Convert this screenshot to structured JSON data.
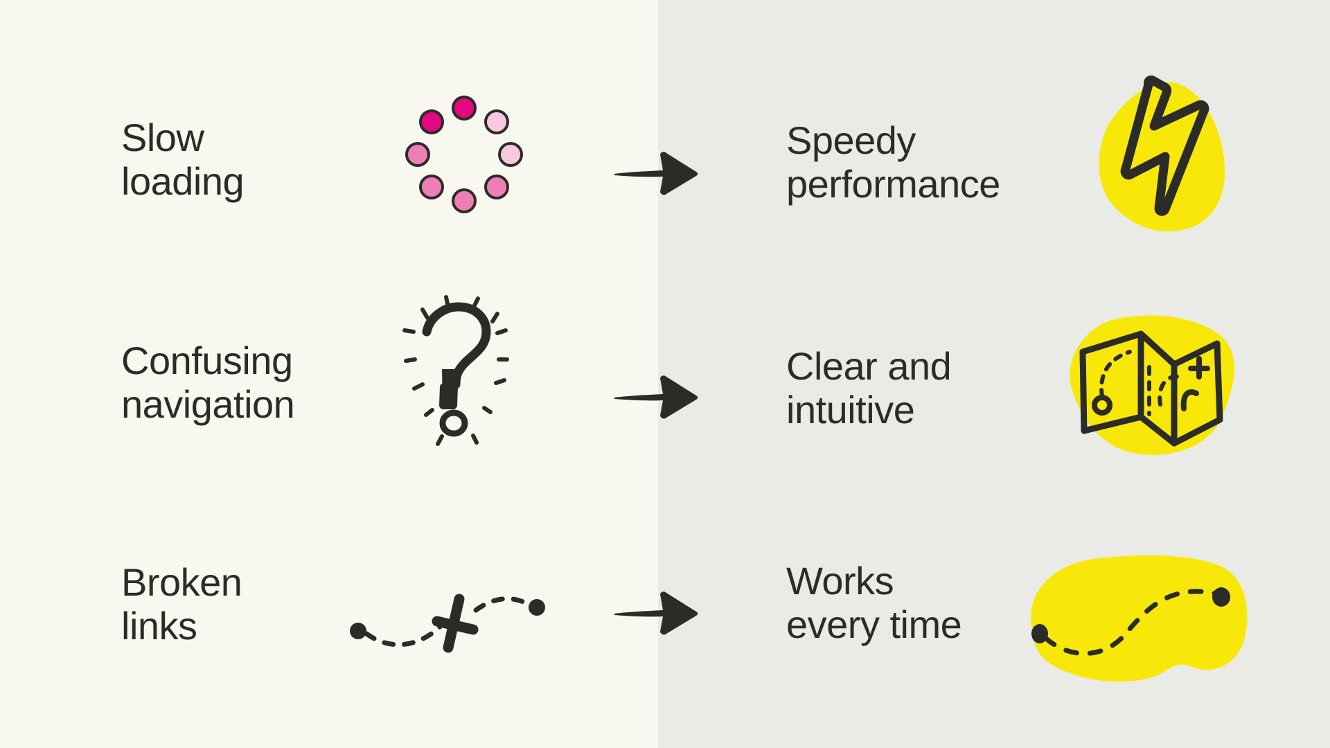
{
  "colors": {
    "panel_left_bg": "#f8f7f0",
    "panel_right_bg": "#eaebe6",
    "ink": "#2b2b28",
    "accent_yellow": "#f7e80a",
    "pink_dark": "#e4077e",
    "pink_mid": "#ee7fb5",
    "pink_light": "#f7c9e0"
  },
  "panels": {
    "left": {
      "name": "problems-panel"
    },
    "right": {
      "name": "solutions-panel"
    }
  },
  "rows": [
    {
      "problem_label": "Slow\nloading",
      "problem_icon": "loading-spinner-icon",
      "arrow_icon": "arrow-right-icon",
      "solution_label": "Speedy\nperformance",
      "solution_icon": "lightning-bolt-icon"
    },
    {
      "problem_label": "Confusing\nnavigation",
      "problem_icon": "question-mark-icon",
      "arrow_icon": "arrow-right-icon",
      "solution_label": "Clear and\nintuitive",
      "solution_icon": "folded-map-icon"
    },
    {
      "problem_label": "Broken\nlinks",
      "problem_icon": "broken-path-icon",
      "arrow_icon": "arrow-right-icon",
      "solution_label": "Works\nevery time",
      "solution_icon": "connected-path-icon"
    }
  ],
  "spinner": {
    "dot_colors": [
      "#e4077e",
      "#f7c9e0",
      "#f7c9e0",
      "#ee7fb5",
      "#ee7fb5",
      "#ee7fb5",
      "#ee7fb5",
      "#e4077e"
    ]
  }
}
